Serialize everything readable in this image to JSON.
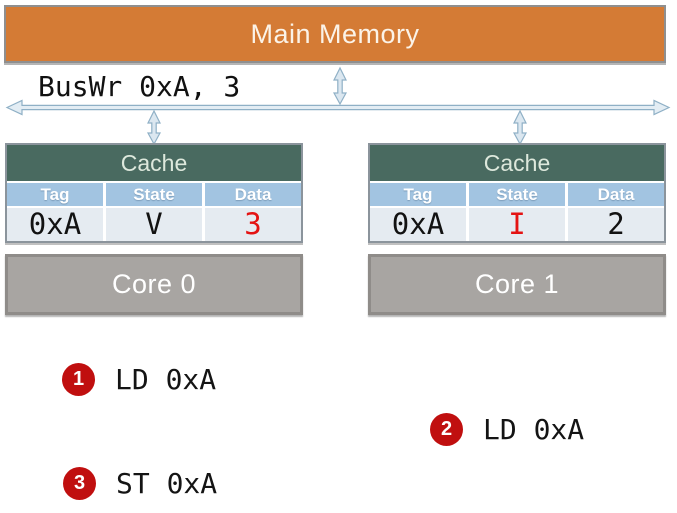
{
  "memory": {
    "label": "Main Memory"
  },
  "bus": {
    "transaction_label": "BusWr 0xA, 3"
  },
  "caches": [
    {
      "title": "Cache",
      "columns": [
        "Tag",
        "State",
        "Data"
      ],
      "row": {
        "tag": "0xA",
        "state": "V",
        "data": "3"
      },
      "highlighted_cell": "data"
    },
    {
      "title": "Cache",
      "columns": [
        "Tag",
        "State",
        "Data"
      ],
      "row": {
        "tag": "0xA",
        "state": "I",
        "data": "2"
      },
      "highlighted_cell": "state"
    }
  ],
  "cores": [
    {
      "label": "Core 0"
    },
    {
      "label": "Core 1"
    }
  ],
  "instructions": [
    {
      "step": "1",
      "text": "LD 0xA"
    },
    {
      "step": "2",
      "text": "LD 0xA"
    },
    {
      "step": "3",
      "text": "ST 0xA"
    }
  ],
  "colors": {
    "memory_orange": "#d47b35",
    "cache_header_green": "#496a60",
    "column_header_blue": "#a2c4e1",
    "row_background": "#e5ebf1",
    "core_gray": "#a8a5a2",
    "highlight_red": "#e41313",
    "badge_red": "#c00f0f",
    "bus_arrow_blue": "#8fb0c6"
  }
}
